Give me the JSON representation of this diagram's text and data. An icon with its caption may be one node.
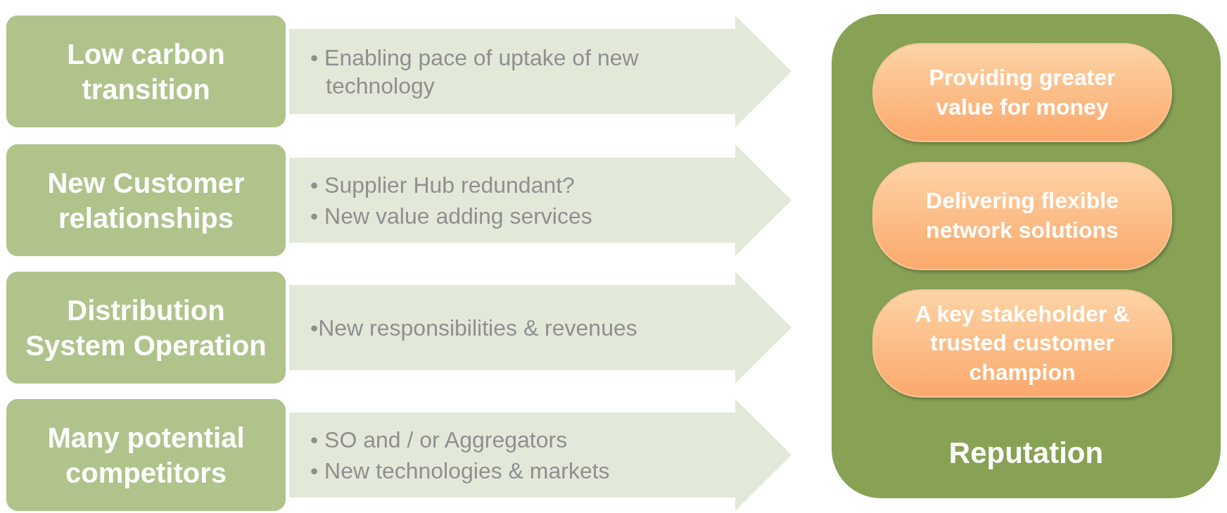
{
  "diagram": {
    "nodes": [
      {
        "text": [
          "Low carbon transition"
        ]
      },
      {
        "text": [
          "• Enabling pace of uptake of new technology"
        ]
      },
      {
        "text": [
          "New Customer relationships"
        ]
      },
      {
        "text": [
          "• Supplier Hub redundant?",
          "• New value adding services"
        ]
      },
      {
        "text": [
          "Distribution System Operation"
        ]
      },
      {
        "text": [
          "•New responsibilities & revenues"
        ]
      },
      {
        "text": [
          "Many potential competitors"
        ]
      },
      {
        "text": [
          "• SO and / or Aggregators",
          "• New technologies & markets"
        ]
      },
      {
        "text": [
          "Reputation"
        ]
      },
      {
        "text": [
          "Providing greater value for money"
        ],
        "in": 8
      },
      {
        "text": [
          "Delivering flexible network solutions"
        ],
        "in": 8
      },
      {
        "text": [
          "A key stakeholder & trusted customer champion"
        ],
        "in": 8
      }
    ]
  }
}
